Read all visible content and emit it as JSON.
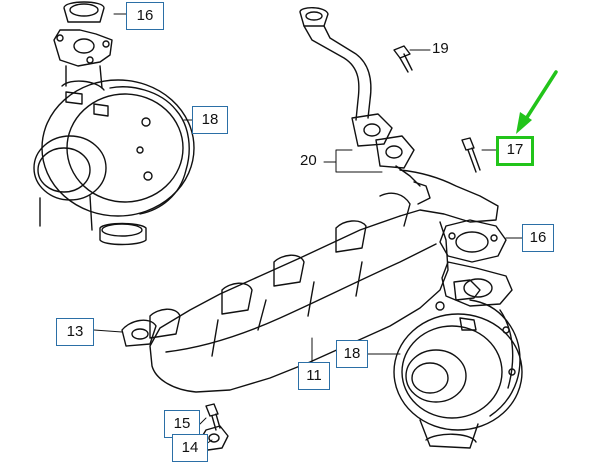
{
  "diagram": {
    "type": "exploded-parts-diagram",
    "callouts": {
      "c16_top": "16",
      "c19": "19",
      "c18_top": "18",
      "c17": "17",
      "c20": "20",
      "c16_right": "16",
      "c13": "13",
      "c18_bottom": "18",
      "c11": "11",
      "c15": "15",
      "c14": "14"
    },
    "highlight": {
      "callout": "17",
      "color": "#22c41a"
    },
    "icons": [
      "turbocharger-top-icon",
      "turbocharger-bottom-icon",
      "exhaust-manifold-icon",
      "egr-pipe-icon",
      "bolt-icon",
      "nut-icon",
      "gasket-icon",
      "pointer-arrow-icon"
    ],
    "colors": {
      "line": "#111111",
      "callout_border": "#2b6fa6",
      "highlight": "#22c41a"
    }
  }
}
